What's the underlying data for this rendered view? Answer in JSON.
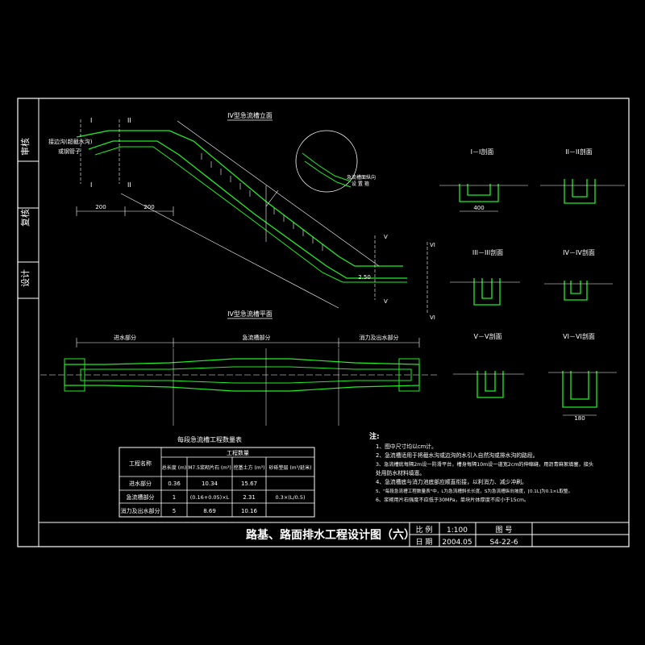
{
  "sheet": {
    "side_labels": [
      "审核",
      "复核",
      "设计"
    ],
    "title": "路基、路面排水工程设计图（六）",
    "scale_label": "比 例",
    "scale_value": "1:100",
    "date_label": "日 期",
    "date_value": "2004.05",
    "drawing_no_label": "图 号",
    "drawing_no_value": "S4-22-6"
  },
  "elevation": {
    "title": "IV型急流槽立面",
    "section_marks": [
      "I",
      "I",
      "II",
      "II"
    ],
    "side_note_lines": [
      "接边沟(超截水沟)",
      "或钢管子"
    ],
    "dims": [
      "200",
      "200",
      "2.50"
    ],
    "detail_label_lines": [
      "急流槽面纵向",
      "设 置 箍"
    ],
    "section_right": [
      "V",
      "V",
      "VI",
      "VI"
    ]
  },
  "plan": {
    "title": "IV型急流槽平面",
    "parts": [
      "进水部分",
      "急流槽部分",
      "消力及出水部分"
    ]
  },
  "sections": [
    {
      "title": "I－I剖面",
      "dim": "400"
    },
    {
      "title": "II－II剖面",
      "dim": ""
    },
    {
      "title": "III－III剖面",
      "dim": ""
    },
    {
      "title": "IV－IV剖面",
      "dim": ""
    },
    {
      "title": "V－V剖面",
      "dim": ""
    },
    {
      "title": "VI－VI剖面",
      "dim": "180"
    }
  ],
  "quantity_table": {
    "title": "每段急流槽工程数量表",
    "headers": [
      "工程名称",
      "总长度\n(m)",
      "M7.5浆砌片石\n(m³)",
      "挖基土方\n(m³)",
      "砂砾垫层\n(m³/延米)"
    ],
    "group_header": "工程数量",
    "rows": [
      [
        "进水部分",
        "0.36",
        "10.34",
        "15.67",
        ""
      ],
      [
        "急流槽部分",
        "1",
        "(0.16+0.05)×L",
        "2.31",
        "0.3×(L/0.5)"
      ],
      [
        "消力及出水部分",
        "5",
        "8.69",
        "10.16",
        ""
      ]
    ]
  },
  "notes": {
    "heading": "注:",
    "items": [
      "1、图中尺寸均以cm计。",
      "2、急流槽适用于将截水沟或边沟的水引入自然沟或排水沟的路段。",
      "3、急流槽底每隔2m设一防滑平台，槽身每隔10m设一道宽2cm的伸缩缝，用沥青麻絮填塞，接头",
      "   处用防水材料填塞。",
      "4、急流槽底与消力池底部应顺直衔接，以利消力、减少冲刷。",
      "5、\"每段急流槽工程数量表\"中，L为急流槽斜长长度，S为急流槽纵向坡度，[0.1L]为0.1×L取整。",
      "6、浆砌用片石强度不应低于30MPa，单块片体厚度不应小于15cm。"
    ]
  }
}
